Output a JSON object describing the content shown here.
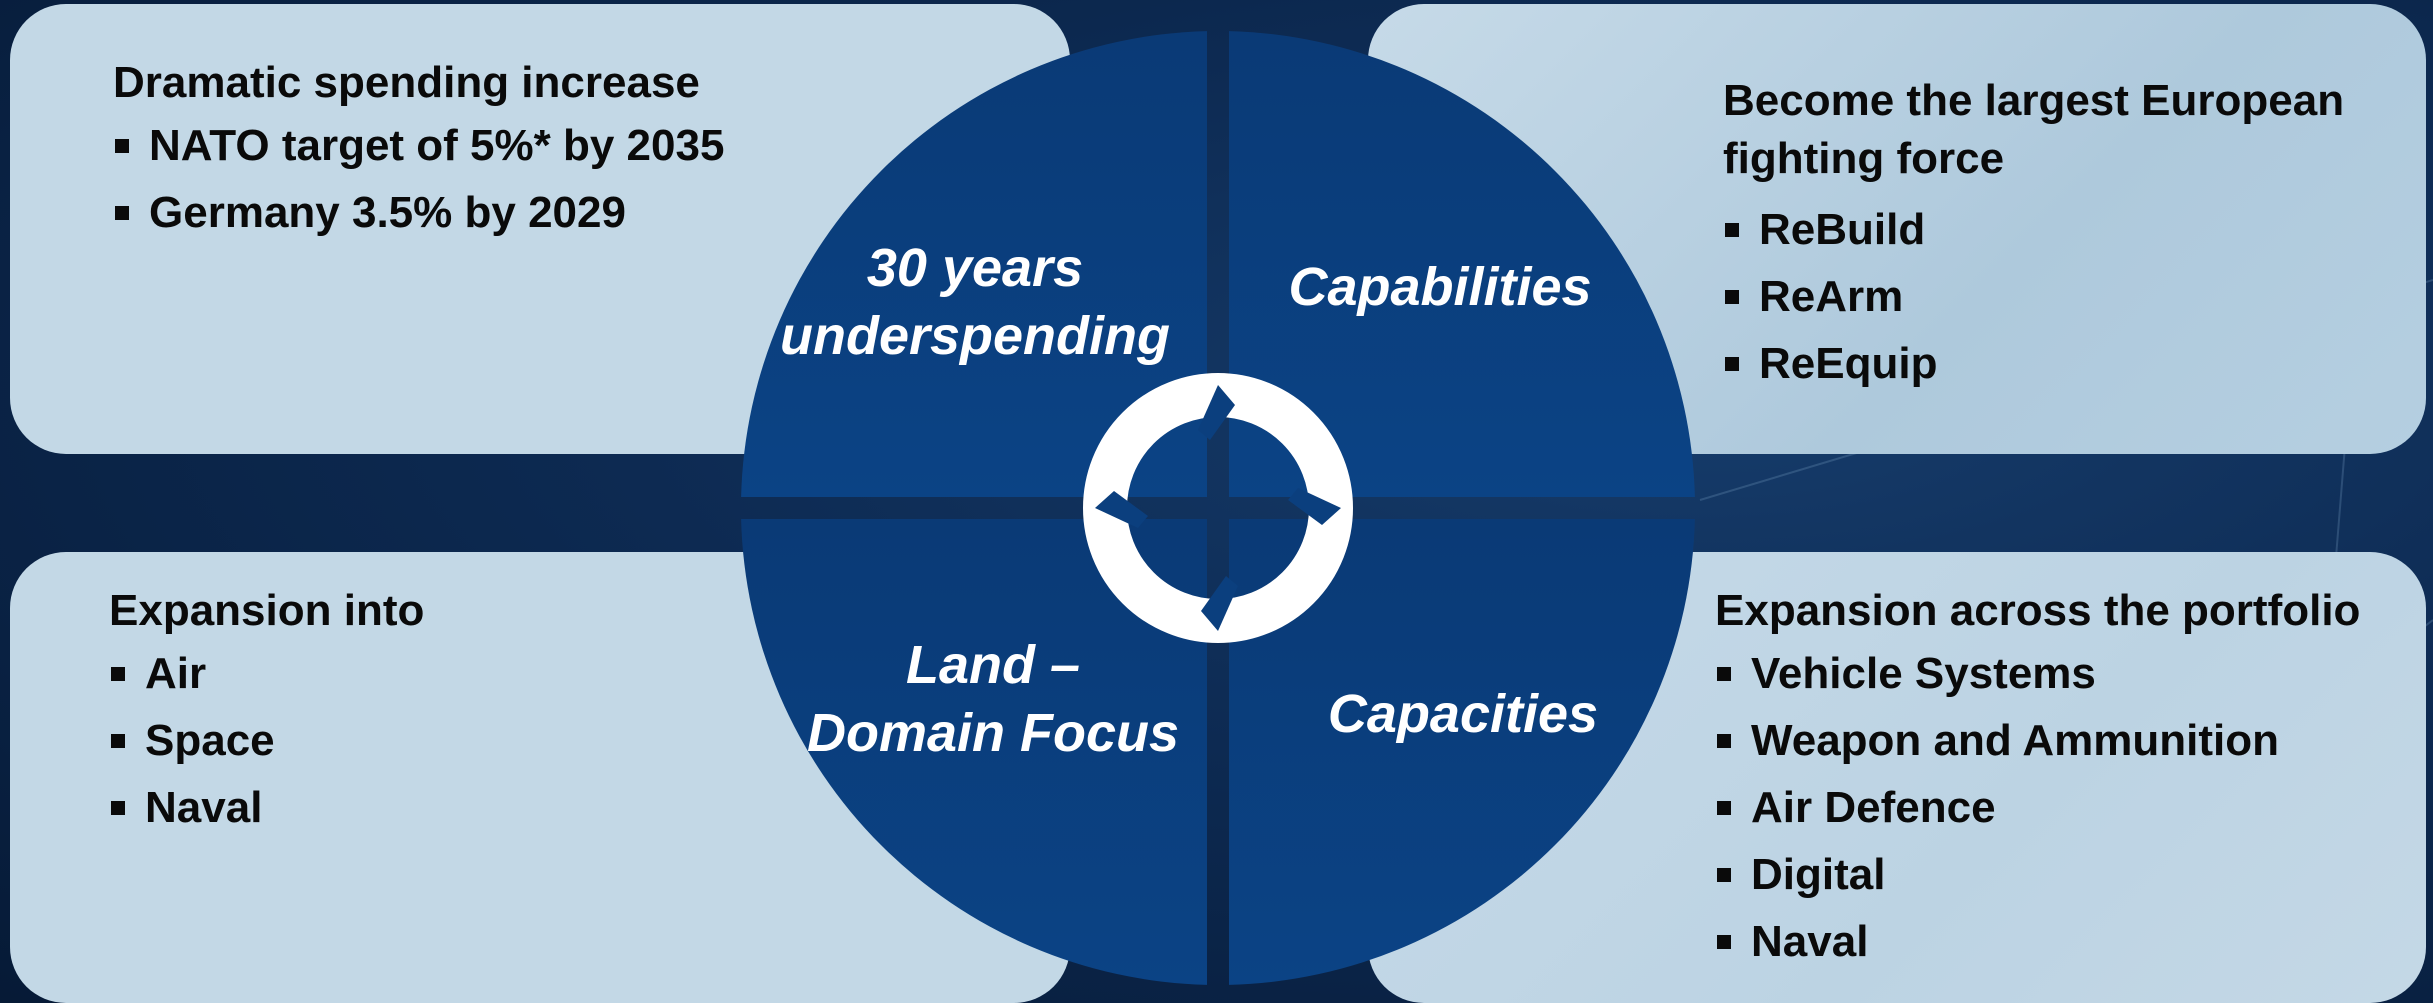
{
  "panels": {
    "top_left": {
      "heading": "Dramatic spending increase",
      "items": [
        "NATO target of 5%* by 2035",
        "Germany 3.5% by 2029"
      ]
    },
    "top_right": {
      "heading_line1": "Become the largest European",
      "heading_line2": "fighting force",
      "items": [
        "ReBuild",
        "ReArm",
        "ReEquip"
      ]
    },
    "bottom_left": {
      "heading": "Expansion into",
      "items": [
        "Air",
        "Space",
        "Naval"
      ]
    },
    "bottom_right": {
      "heading": "Expansion across the portfolio",
      "items": [
        "Vehicle Systems",
        "Weapon and Ammunition",
        "Air Defence",
        "Digital",
        "Naval"
      ]
    }
  },
  "circle": {
    "quadrants": {
      "top_left_line1": "30 years",
      "top_left_line2": "underspending",
      "top_right": "Capabilities",
      "bottom_left_line1": "Land –",
      "bottom_left_line2": "Domain Focus",
      "bottom_right": "Capacities"
    },
    "center_icon": "cycle-arrows-icon"
  },
  "colors": {
    "quadrant_fill": "#0b3f7e",
    "quadrant_fill_dark": "#082f63",
    "panel_fill": "#c3d8e6",
    "background": "#0d2a52",
    "text_dark": "#0a0a0a",
    "text_light": "#ffffff"
  }
}
